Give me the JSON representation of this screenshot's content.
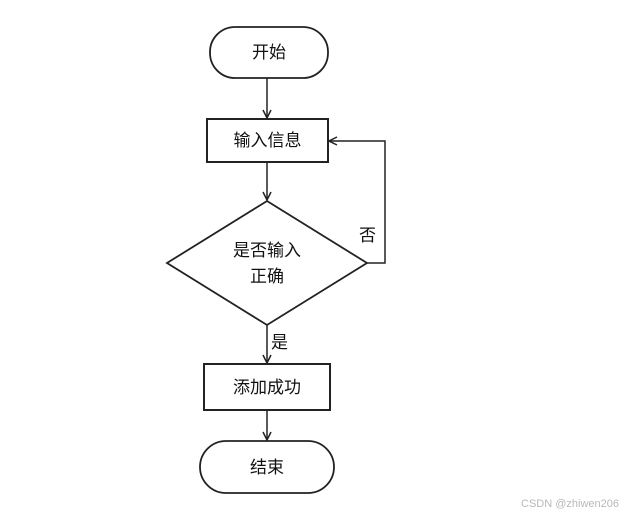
{
  "flowchart": {
    "nodes": {
      "start": "开始",
      "input": "输入信息",
      "decision_line1": "是否输入",
      "decision_line2": "正确",
      "success": "添加成功",
      "end": "结束"
    },
    "edges": {
      "yes_label": "是",
      "no_label": "否"
    }
  },
  "watermark": "CSDN @zhiwen206"
}
